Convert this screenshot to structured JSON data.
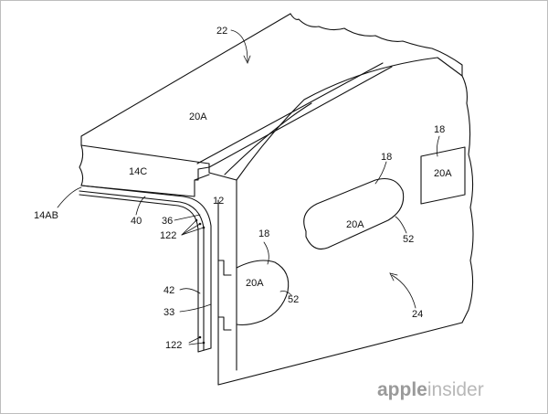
{
  "labels": [
    {
      "id": "ref-22-top",
      "text": "22"
    },
    {
      "id": "ref-20a-top",
      "text": "20A"
    },
    {
      "id": "ref-14c",
      "text": "14C"
    },
    {
      "id": "ref-14ab",
      "text": "14AB"
    },
    {
      "id": "ref-12",
      "text": "12"
    },
    {
      "id": "ref-40",
      "text": "40"
    },
    {
      "id": "ref-36",
      "text": "36"
    },
    {
      "id": "ref-122-upper",
      "text": "122"
    },
    {
      "id": "ref-42",
      "text": "42"
    },
    {
      "id": "ref-33",
      "text": "33"
    },
    {
      "id": "ref-122-lower",
      "text": "122"
    },
    {
      "id": "ref-18-left",
      "text": "18"
    },
    {
      "id": "ref-20a-left",
      "text": "20A"
    },
    {
      "id": "ref-52-left",
      "text": "52"
    },
    {
      "id": "ref-18-mid",
      "text": "18"
    },
    {
      "id": "ref-20a-mid",
      "text": "20A"
    },
    {
      "id": "ref-52-mid",
      "text": "52"
    },
    {
      "id": "ref-18-right",
      "text": "18"
    },
    {
      "id": "ref-20a-right",
      "text": "20A"
    },
    {
      "id": "ref-24",
      "text": "24"
    }
  ],
  "watermark": {
    "brand_bold": "apple",
    "brand_light": "insider"
  }
}
